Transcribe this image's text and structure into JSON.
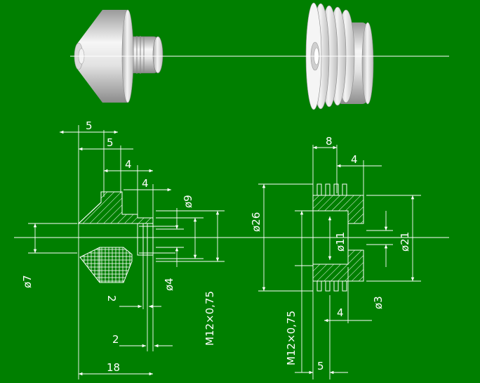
{
  "colors": {
    "background": "#007f00",
    "line": "#ffffff",
    "hatch": "#ffffff",
    "metal_light": "#f4f4f4",
    "metal_mid": "#cfcfcf",
    "metal_dark": "#8a8a8a"
  },
  "left_view": {
    "dims": {
      "d5_top": "5",
      "d5_second": "5",
      "d4_first": "4",
      "d4_second": "4",
      "phi9": "ø9",
      "phi7": "ø7",
      "phi4": "ø4",
      "thread": "M12×0,75",
      "d2_upper": "2",
      "d2_lower": "2",
      "d18": "18"
    }
  },
  "right_view": {
    "dims": {
      "d8": "8",
      "d4_top": "4",
      "phi26": "ø26",
      "phi11": "ø11",
      "phi21": "ø21",
      "phi3": "ø3",
      "d4_bottom": "4",
      "thread": "M12×0,75",
      "d5": "5"
    }
  }
}
